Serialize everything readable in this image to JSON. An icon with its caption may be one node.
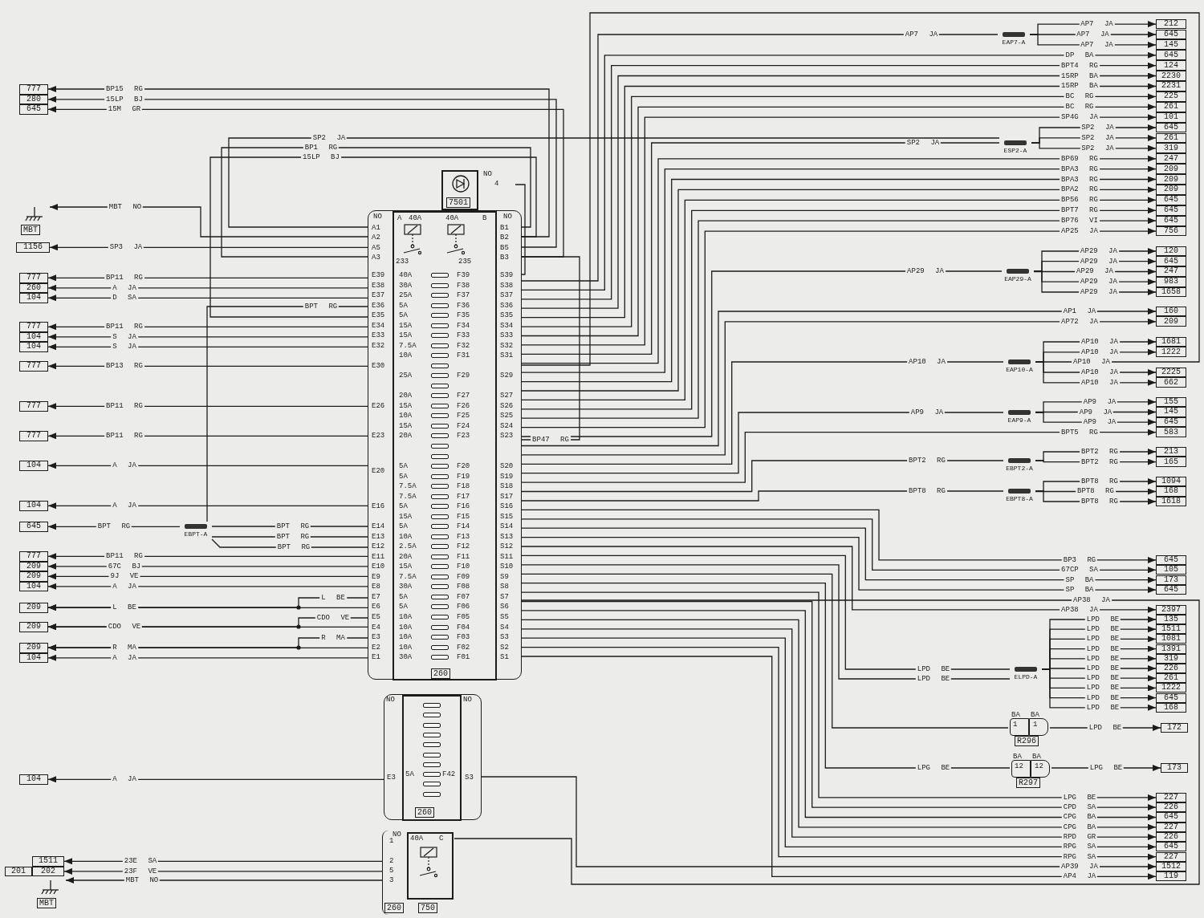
{
  "diagram": {
    "nodes": [
      {
        "text": [
          "777"
        ]
      },
      {
        "text": [
          "280"
        ]
      },
      {
        "text": [
          "645"
        ]
      },
      {
        "text": [
          "MBT"
        ]
      },
      {
        "text": [
          "1156"
        ]
      },
      {
        "text": [
          "777"
        ]
      },
      {
        "text": [
          "260"
        ]
      },
      {
        "text": [
          "104"
        ]
      },
      {
        "text": [
          "777"
        ]
      },
      {
        "text": [
          "104"
        ]
      },
      {
        "text": [
          "104"
        ]
      },
      {
        "text": [
          "777"
        ]
      },
      {
        "text": [
          "777"
        ]
      },
      {
        "text": [
          "777"
        ]
      },
      {
        "text": [
          "104"
        ]
      },
      {
        "text": [
          "104"
        ]
      },
      {
        "text": [
          "645"
        ]
      },
      {
        "text": [
          "777"
        ]
      },
      {
        "text": [
          "209"
        ]
      },
      {
        "text": [
          "209"
        ]
      },
      {
        "text": [
          "104"
        ]
      },
      {
        "text": [
          "209"
        ]
      },
      {
        "text": [
          "209"
        ]
      },
      {
        "text": [
          "209"
        ]
      },
      {
        "text": [
          "104"
        ]
      },
      {
        "text": [
          "104"
        ]
      },
      {
        "text": [
          "1511"
        ]
      },
      {
        "text": [
          "201"
        ]
      },
      {
        "text": [
          "202"
        ]
      },
      {
        "text": [
          "MBT"
        ]
      },
      {
        "text": [
          "EBPT-A"
        ]
      },
      {
        "text": [
          "NO",
          "4",
          "7501"
        ]
      },
      {
        "text": [
          "NO",
          "A",
          "40A",
          "40A",
          "B",
          "NO",
          "233",
          "235",
          "A1",
          "A2",
          "A5",
          "A3",
          "E39",
          "E38",
          "E37",
          "E36",
          "E35",
          "E34",
          "E33",
          "E32",
          "E30",
          "E26",
          "E23",
          "E20",
          "E16",
          "E14",
          "E13",
          "E12",
          "E11",
          "E10",
          "E9",
          "E8",
          "E7",
          "E6",
          "E5",
          "E4",
          "E3",
          "E2",
          "E1",
          "B1",
          "B2",
          "B5",
          "B3",
          "S39",
          "S38",
          "S37",
          "S36",
          "S35",
          "S34",
          "S33",
          "S32",
          "S31",
          "S29",
          "S27",
          "S26",
          "S25",
          "S24",
          "S23",
          "S20",
          "S19",
          "S18",
          "S17",
          "S16",
          "S15",
          "S14",
          "S13",
          "S12",
          "S11",
          "S10",
          "S9",
          "S8",
          "S7",
          "S6",
          "S5",
          "S4",
          "S3",
          "S2",
          "S1",
          "40A",
          "F39",
          "30A",
          "F38",
          "25A",
          "F37",
          "5A",
          "F36",
          "5A",
          "F35",
          "15A",
          "F34",
          "15A",
          "F33",
          "7.5A",
          "F32",
          "10A",
          "F31",
          "25A",
          "F29",
          "20A",
          "F27",
          "15A",
          "F26",
          "10A",
          "F25",
          "15A",
          "F24",
          "20A",
          "F23",
          "5A",
          "F20",
          "5A",
          "F19",
          "7.5A",
          "F18",
          "7.5A",
          "F17",
          "5A",
          "F16",
          "15A",
          "F15",
          "5A",
          "F14",
          "10A",
          "F13",
          "2.5A",
          "F12",
          "20A",
          "F11",
          "15A",
          "F10",
          "7.5A",
          "F09",
          "30A",
          "F08",
          "5A",
          "F07",
          "5A",
          "F06",
          "10A",
          "F05",
          "10A",
          "F04",
          "10A",
          "F03",
          "10A",
          "F02",
          "30A",
          "F01",
          "260"
        ]
      },
      {
        "text": [
          "NO",
          "NO",
          "E3",
          "5A",
          "F42",
          "S3",
          "260"
        ]
      },
      {
        "text": [
          "NO",
          "40A",
          "C",
          "1",
          "2",
          "5",
          "3",
          "260",
          "750"
        ]
      },
      {
        "text": [
          "EAP7-A"
        ]
      },
      {
        "text": [
          "ESP2-A"
        ]
      },
      {
        "text": [
          "EAP29-A"
        ]
      },
      {
        "text": [
          "EAP10-A"
        ]
      },
      {
        "text": [
          "EAP9-A"
        ]
      },
      {
        "text": [
          "EBPT2-A"
        ]
      },
      {
        "text": [
          "EBPT8-A"
        ]
      },
      {
        "text": [
          "ELPD-A"
        ]
      },
      {
        "text": [
          "BA",
          "BA",
          "1",
          "1",
          "R296"
        ]
      },
      {
        "text": [
          "BA",
          "BA",
          "12",
          "12",
          "R297"
        ]
      },
      {
        "text": [
          "212"
        ]
      },
      {
        "text": [
          "645"
        ]
      },
      {
        "text": [
          "145"
        ]
      },
      {
        "text": [
          "645"
        ]
      },
      {
        "text": [
          "124"
        ]
      },
      {
        "text": [
          "2230"
        ]
      },
      {
        "text": [
          "2231"
        ]
      },
      {
        "text": [
          "225"
        ]
      },
      {
        "text": [
          "261"
        ]
      },
      {
        "text": [
          "101"
        ]
      },
      {
        "text": [
          "645"
        ]
      },
      {
        "text": [
          "261"
        ]
      },
      {
        "text": [
          "319"
        ]
      },
      {
        "text": [
          "247"
        ]
      },
      {
        "text": [
          "209"
        ]
      },
      {
        "text": [
          "209"
        ]
      },
      {
        "text": [
          "209"
        ]
      },
      {
        "text": [
          "645"
        ]
      },
      {
        "text": [
          "645"
        ]
      },
      {
        "text": [
          "645"
        ]
      },
      {
        "text": [
          "756"
        ]
      },
      {
        "text": [
          "120"
        ]
      },
      {
        "text": [
          "645"
        ]
      },
      {
        "text": [
          "247"
        ]
      },
      {
        "text": [
          "983"
        ]
      },
      {
        "text": [
          "1658"
        ]
      },
      {
        "text": [
          "160"
        ]
      },
      {
        "text": [
          "209"
        ]
      },
      {
        "text": [
          "1681"
        ]
      },
      {
        "text": [
          "1222"
        ]
      },
      {
        "text": [
          "2225"
        ]
      },
      {
        "text": [
          "662"
        ]
      },
      {
        "text": [
          "155"
        ]
      },
      {
        "text": [
          "145"
        ]
      },
      {
        "text": [
          "645"
        ]
      },
      {
        "text": [
          "583"
        ]
      },
      {
        "text": [
          "213"
        ]
      },
      {
        "text": [
          "165"
        ]
      },
      {
        "text": [
          "1094"
        ]
      },
      {
        "text": [
          "168"
        ]
      },
      {
        "text": [
          "1618"
        ]
      },
      {
        "text": [
          "645"
        ]
      },
      {
        "text": [
          "105"
        ]
      },
      {
        "text": [
          "173"
        ]
      },
      {
        "text": [
          "645"
        ]
      },
      {
        "text": [
          "2397"
        ]
      },
      {
        "text": [
          "135"
        ]
      },
      {
        "text": [
          "1511"
        ]
      },
      {
        "text": [
          "1081"
        ]
      },
      {
        "text": [
          "1391"
        ]
      },
      {
        "text": [
          "319"
        ]
      },
      {
        "text": [
          "226"
        ]
      },
      {
        "text": [
          "261"
        ]
      },
      {
        "text": [
          "1222"
        ]
      },
      {
        "text": [
          "645"
        ]
      },
      {
        "text": [
          "168"
        ]
      },
      {
        "text": [
          "172"
        ]
      },
      {
        "text": [
          "173"
        ]
      },
      {
        "text": [
          "227"
        ]
      },
      {
        "text": [
          "226"
        ]
      },
      {
        "text": [
          "645"
        ]
      },
      {
        "text": [
          "227"
        ]
      },
      {
        "text": [
          "226"
        ]
      },
      {
        "text": [
          "645"
        ]
      },
      {
        "text": [
          "227"
        ]
      },
      {
        "text": [
          "1512"
        ]
      },
      {
        "text": [
          "119"
        ]
      }
    ],
    "edges": [
      {
        "from": 32,
        "to": 0,
        "arrow": "to",
        "label": "BP15 RG"
      },
      {
        "from": 32,
        "to": 1,
        "arrow": "to",
        "label": "15LP BJ"
      },
      {
        "from": 32,
        "to": 2,
        "arrow": "to",
        "label": "15M GR"
      },
      {
        "from": 32,
        "to": 36,
        "arrow": "none",
        "label": "SP2 JA"
      },
      {
        "from": 32,
        "to": 32,
        "arrow": "none",
        "label": "BP1 RG"
      },
      {
        "from": 32,
        "to": 32,
        "arrow": "none",
        "label": "15LP BJ"
      },
      {
        "from": 32,
        "to": 3,
        "arrow": "to",
        "label": "MBT NO"
      },
      {
        "from": 32,
        "to": 4,
        "arrow": "to",
        "label": "SP3 JA"
      },
      {
        "from": 32,
        "to": 5,
        "arrow": "to",
        "label": "BP11 RG"
      },
      {
        "from": 32,
        "to": 6,
        "arrow": "to",
        "label": "A JA"
      },
      {
        "from": 32,
        "to": 7,
        "arrow": "to",
        "label": "D SA"
      },
      {
        "from": 32,
        "to": 30,
        "arrow": "none",
        "label": "BPT RG"
      },
      {
        "from": 32,
        "to": 8,
        "arrow": "to",
        "label": "BP11 RG"
      },
      {
        "from": 32,
        "to": 9,
        "arrow": "to",
        "label": "S JA"
      },
      {
        "from": 32,
        "to": 10,
        "arrow": "to",
        "label": "S JA"
      },
      {
        "from": 32,
        "to": 11,
        "arrow": "to",
        "label": "BP13 RG"
      },
      {
        "from": 32,
        "to": 12,
        "arrow": "to",
        "label": "BP11 RG"
      },
      {
        "from": 32,
        "to": 13,
        "arrow": "to",
        "label": "BP11 RG"
      },
      {
        "from": 32,
        "to": 14,
        "arrow": "to",
        "label": "A JA"
      },
      {
        "from": 32,
        "to": 15,
        "arrow": "to",
        "label": "A JA"
      },
      {
        "from": 30,
        "to": 16,
        "arrow": "to",
        "label": "BPT RG"
      },
      {
        "from": 30,
        "to": 32,
        "arrow": "none",
        "label": "BPT RG"
      },
      {
        "from": 30,
        "to": 32,
        "arrow": "none",
        "label": "BPT RG"
      },
      {
        "from": 30,
        "to": 32,
        "arrow": "none",
        "label": "BPT RG"
      },
      {
        "from": 32,
        "to": 17,
        "arrow": "to",
        "label": "BP11 RG"
      },
      {
        "from": 32,
        "to": 18,
        "arrow": "to",
        "label": "67C BJ"
      },
      {
        "from": 32,
        "to": 19,
        "arrow": "to",
        "label": "9J VE"
      },
      {
        "from": 32,
        "to": 20,
        "arrow": "to",
        "label": "A JA"
      },
      {
        "from": 32,
        "to": 21,
        "arrow": "to",
        "label": "L BE"
      },
      {
        "from": 32,
        "to": 21,
        "arrow": "to",
        "label": "L BE"
      },
      {
        "from": 32,
        "to": 22,
        "arrow": "to",
        "label": "CDO VE"
      },
      {
        "from": 32,
        "to": 22,
        "arrow": "to",
        "label": "CDO VE"
      },
      {
        "from": 32,
        "to": 23,
        "arrow": "to",
        "label": "R MA"
      },
      {
        "from": 32,
        "to": 23,
        "arrow": "to",
        "label": "R MA"
      },
      {
        "from": 32,
        "to": 24,
        "arrow": "to",
        "label": "A JA"
      },
      {
        "from": 33,
        "to": 25,
        "arrow": "to",
        "label": "A JA"
      },
      {
        "from": 34,
        "to": 26,
        "arrow": "to",
        "label": "23E SA"
      },
      {
        "from": 34,
        "to": 28,
        "arrow": "to",
        "label": "23F VE"
      },
      {
        "from": 34,
        "to": 29,
        "arrow": "to",
        "label": "MBT NO"
      },
      {
        "from": 31,
        "to": 32,
        "arrow": "none"
      },
      {
        "from": 32,
        "to": 32,
        "arrow": "none",
        "label": "BP47 RG"
      },
      {
        "from": 32,
        "to": 35,
        "arrow": "none",
        "label": "AP7 JA"
      },
      {
        "from": 35,
        "to": 45,
        "arrow": "to",
        "label": "AP7 JA"
      },
      {
        "from": 35,
        "to": 46,
        "arrow": "to",
        "label": "AP7 JA"
      },
      {
        "from": 35,
        "to": 47,
        "arrow": "to",
        "label": "AP7 JA"
      },
      {
        "from": 32,
        "to": 48,
        "arrow": "to",
        "label": "DP BA"
      },
      {
        "from": 32,
        "to": 49,
        "arrow": "to",
        "label": "BPT4 RG"
      },
      {
        "from": 32,
        "to": 50,
        "arrow": "to",
        "label": "15RP BA"
      },
      {
        "from": 32,
        "to": 51,
        "arrow": "to",
        "label": "15RP BA"
      },
      {
        "from": 32,
        "to": 52,
        "arrow": "to",
        "label": "BC RG"
      },
      {
        "from": 32,
        "to": 53,
        "arrow": "to",
        "label": "BC RG"
      },
      {
        "from": 32,
        "to": 54,
        "arrow": "to",
        "label": "SP4G JA"
      },
      {
        "from": 32,
        "to": 36,
        "arrow": "none",
        "label": "SP2 JA"
      },
      {
        "from": 36,
        "to": 55,
        "arrow": "to",
        "label": "SP2 JA"
      },
      {
        "from": 36,
        "to": 56,
        "arrow": "to",
        "label": "SP2 JA"
      },
      {
        "from": 36,
        "to": 57,
        "arrow": "to",
        "label": "SP2 JA"
      },
      {
        "from": 32,
        "to": 58,
        "arrow": "to",
        "label": "BP69 RG"
      },
      {
        "from": 32,
        "to": 59,
        "arrow": "to",
        "label": "BPA3 RG"
      },
      {
        "from": 32,
        "to": 60,
        "arrow": "to",
        "label": "BPA3 RG"
      },
      {
        "from": 32,
        "to": 61,
        "arrow": "to",
        "label": "BPA2 RG"
      },
      {
        "from": 32,
        "to": 62,
        "arrow": "to",
        "label": "BP56 RG"
      },
      {
        "from": 32,
        "to": 63,
        "arrow": "to",
        "label": "BPT7 RG"
      },
      {
        "from": 32,
        "to": 64,
        "arrow": "to",
        "label": "BP76 VI"
      },
      {
        "from": 32,
        "to": 65,
        "arrow": "to",
        "label": "AP25 JA"
      },
      {
        "from": 32,
        "to": 37,
        "arrow": "none",
        "label": "AP29 JA"
      },
      {
        "from": 37,
        "to": 66,
        "arrow": "to",
        "label": "AP29 JA"
      },
      {
        "from": 37,
        "to": 67,
        "arrow": "to",
        "label": "AP29 JA"
      },
      {
        "from": 37,
        "to": 68,
        "arrow": "to",
        "label": "AP29 JA"
      },
      {
        "from": 37,
        "to": 69,
        "arrow": "to",
        "label": "AP29 JA"
      },
      {
        "from": 37,
        "to": 70,
        "arrow": "to",
        "label": "AP29 JA"
      },
      {
        "from": 32,
        "to": 71,
        "arrow": "to",
        "label": "AP1 JA"
      },
      {
        "from": 32,
        "to": 72,
        "arrow": "to",
        "label": "AP72 JA"
      },
      {
        "from": 32,
        "to": 38,
        "arrow": "none",
        "label": "AP10 JA"
      },
      {
        "from": 38,
        "to": 73,
        "arrow": "to",
        "label": "AP10 JA"
      },
      {
        "from": 38,
        "to": 74,
        "arrow": "to",
        "label": "AP10 JA"
      },
      {
        "from": 38,
        "to": 32,
        "arrow": "none",
        "label": "AP10 JA"
      },
      {
        "from": 38,
        "to": 75,
        "arrow": "to",
        "label": "AP10 JA"
      },
      {
        "from": 38,
        "to": 76,
        "arrow": "to",
        "label": "AP10 JA"
      },
      {
        "from": 32,
        "to": 39,
        "arrow": "none",
        "label": "AP9 JA"
      },
      {
        "from": 39,
        "to": 77,
        "arrow": "to",
        "label": "AP9 JA"
      },
      {
        "from": 39,
        "to": 78,
        "arrow": "to",
        "label": "AP9 JA"
      },
      {
        "from": 39,
        "to": 79,
        "arrow": "to",
        "label": "AP9 JA"
      },
      {
        "from": 32,
        "to": 80,
        "arrow": "to",
        "label": "BPT5 RG"
      },
      {
        "from": 32,
        "to": 40,
        "arrow": "none",
        "label": "BPT2 RG"
      },
      {
        "from": 40,
        "to": 81,
        "arrow": "to",
        "label": "BPT2 RG"
      },
      {
        "from": 40,
        "to": 82,
        "arrow": "to",
        "label": "BPT2 RG"
      },
      {
        "from": 32,
        "to": 41,
        "arrow": "none",
        "label": "BPT8 RG"
      },
      {
        "from": 41,
        "to": 83,
        "arrow": "to",
        "label": "BPT8 RG"
      },
      {
        "from": 41,
        "to": 84,
        "arrow": "to",
        "label": "BPT8 RG"
      },
      {
        "from": 41,
        "to": 85,
        "arrow": "to",
        "label": "BPT8 RG"
      },
      {
        "from": 32,
        "to": 86,
        "arrow": "to",
        "label": "BP3 RG"
      },
      {
        "from": 32,
        "to": 87,
        "arrow": "to",
        "label": "67CP SA"
      },
      {
        "from": 32,
        "to": 88,
        "arrow": "to",
        "label": "SP BA"
      },
      {
        "from": 32,
        "to": 89,
        "arrow": "to",
        "label": "SP BA"
      },
      {
        "from": 34,
        "to": 32,
        "arrow": "none",
        "label": "AP38 JA"
      },
      {
        "from": 32,
        "to": 90,
        "arrow": "to",
        "label": "AP38 JA"
      },
      {
        "from": 32,
        "to": 42,
        "arrow": "none",
        "label": "LPD BE"
      },
      {
        "from": 32,
        "to": 42,
        "arrow": "none",
        "label": "LPD BE"
      },
      {
        "from": 42,
        "to": 91,
        "arrow": "to",
        "label": "LPD BE"
      },
      {
        "from": 42,
        "to": 92,
        "arrow": "to",
        "label": "LPD BE"
      },
      {
        "from": 42,
        "to": 93,
        "arrow": "to",
        "label": "LPD BE"
      },
      {
        "from": 42,
        "to": 94,
        "arrow": "to",
        "label": "LPD BE"
      },
      {
        "from": 42,
        "to": 95,
        "arrow": "to",
        "label": "LPD BE"
      },
      {
        "from": 42,
        "to": 96,
        "arrow": "to",
        "label": "LPD BE"
      },
      {
        "from": 42,
        "to": 97,
        "arrow": "to",
        "label": "LPD BE"
      },
      {
        "from": 42,
        "to": 98,
        "arrow": "to",
        "label": "LPD BE"
      },
      {
        "from": 42,
        "to": 99,
        "arrow": "to",
        "label": "LPD BE"
      },
      {
        "from": 42,
        "to": 100,
        "arrow": "to",
        "label": "LPD BE"
      },
      {
        "from": 32,
        "to": 43,
        "arrow": "none"
      },
      {
        "from": 43,
        "to": 101,
        "arrow": "to",
        "label": "LPD BE"
      },
      {
        "from": 32,
        "to": 44,
        "arrow": "none",
        "label": "LPG BE"
      },
      {
        "from": 44,
        "to": 102,
        "arrow": "to",
        "label": "LPG BE"
      },
      {
        "from": 32,
        "to": 103,
        "arrow": "to",
        "label": "LPG BE"
      },
      {
        "from": 32,
        "to": 104,
        "arrow": "to",
        "label": "CPD SA"
      },
      {
        "from": 32,
        "to": 105,
        "arrow": "to",
        "label": "CPG BA"
      },
      {
        "from": 32,
        "to": 106,
        "arrow": "to",
        "label": "CPG BA"
      },
      {
        "from": 32,
        "to": 107,
        "arrow": "to",
        "label": "RPD GR"
      },
      {
        "from": 32,
        "to": 108,
        "arrow": "to",
        "label": "RPG SA"
      },
      {
        "from": 32,
        "to": 109,
        "arrow": "to",
        "label": "RPG SA"
      },
      {
        "from": 33,
        "to": 110,
        "arrow": "to",
        "label": "AP39 JA"
      },
      {
        "from": 32,
        "to": 111,
        "arrow": "to",
        "label": "AP4 JA"
      }
    ]
  }
}
